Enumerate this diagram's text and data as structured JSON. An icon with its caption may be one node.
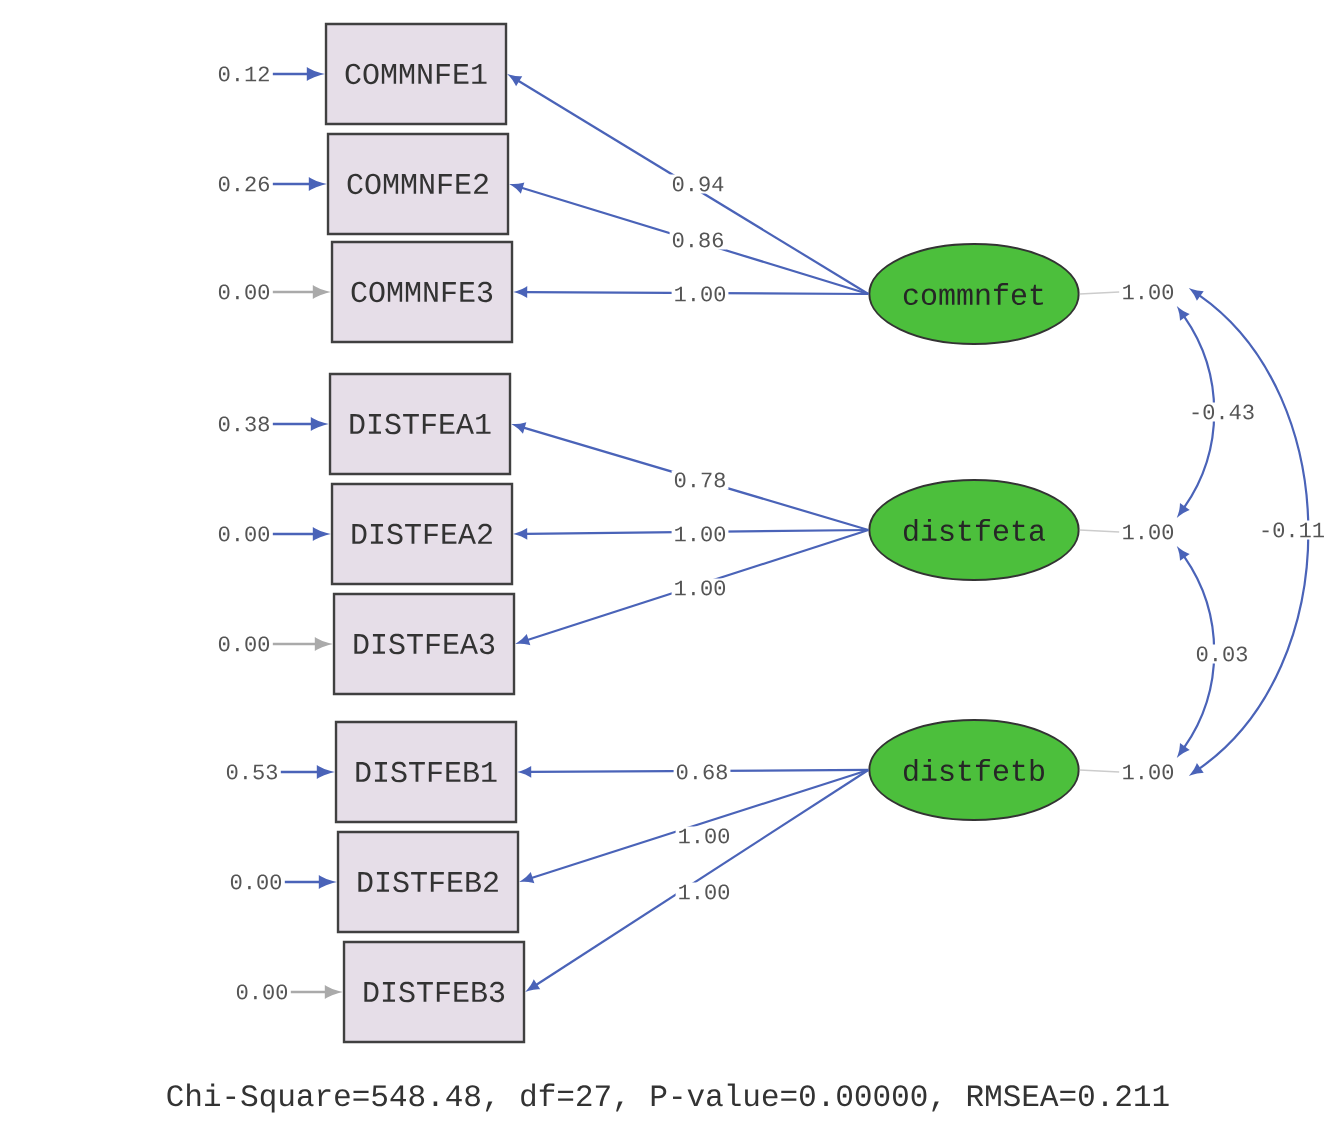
{
  "diagram": {
    "caption": "Chi-Square=548.48, df=27, P-value=0.00000, RMSEA=0.211",
    "nodes": [
      {
        "text": [
          "COMMNFE1"
        ]
      },
      {
        "text": [
          "COMMNFE2"
        ]
      },
      {
        "text": [
          "COMMNFE3"
        ]
      },
      {
        "text": [
          "DISTFEA1"
        ]
      },
      {
        "text": [
          "DISTFEA2"
        ]
      },
      {
        "text": [
          "DISTFEA3"
        ]
      },
      {
        "text": [
          "DISTFEB1"
        ]
      },
      {
        "text": [
          "DISTFEB2"
        ]
      },
      {
        "text": [
          "DISTFEB3"
        ]
      },
      {
        "text": [
          "commnfet"
        ]
      },
      {
        "text": [
          "distfeta"
        ]
      },
      {
        "text": [
          "distfetb"
        ]
      },
      {
        "text": [
          "0.12"
        ]
      },
      {
        "text": [
          "0.26"
        ]
      },
      {
        "text": [
          "0.00"
        ]
      },
      {
        "text": [
          "0.38"
        ]
      },
      {
        "text": [
          "0.00"
        ]
      },
      {
        "text": [
          "0.00"
        ]
      },
      {
        "text": [
          "0.53"
        ]
      },
      {
        "text": [
          "0.00"
        ]
      },
      {
        "text": [
          "0.00"
        ]
      },
      {
        "text": [
          "1.00"
        ]
      },
      {
        "text": [
          "1.00"
        ]
      },
      {
        "text": [
          "1.00"
        ]
      }
    ],
    "edges": [
      {
        "from": 12,
        "to": 0,
        "arrow": "to"
      },
      {
        "from": 13,
        "to": 1,
        "arrow": "to"
      },
      {
        "from": 14,
        "to": 2,
        "arrow": "to",
        "color": "#aaaaaa"
      },
      {
        "from": 15,
        "to": 3,
        "arrow": "to"
      },
      {
        "from": 16,
        "to": 4,
        "arrow": "to"
      },
      {
        "from": 17,
        "to": 5,
        "arrow": "to",
        "color": "#aaaaaa"
      },
      {
        "from": 18,
        "to": 6,
        "arrow": "to"
      },
      {
        "from": 19,
        "to": 7,
        "arrow": "to"
      },
      {
        "from": 20,
        "to": 8,
        "arrow": "to",
        "color": "#aaaaaa"
      },
      {
        "from": 9,
        "to": 0,
        "arrow": "to",
        "label": "0.94"
      },
      {
        "from": 9,
        "to": 1,
        "arrow": "to",
        "label": "0.86"
      },
      {
        "from": 9,
        "to": 2,
        "arrow": "to",
        "label": "1.00"
      },
      {
        "from": 10,
        "to": 3,
        "arrow": "to",
        "label": "0.78"
      },
      {
        "from": 10,
        "to": 4,
        "arrow": "to",
        "label": "1.00"
      },
      {
        "from": 10,
        "to": 5,
        "arrow": "to",
        "label": "1.00"
      },
      {
        "from": 11,
        "to": 6,
        "arrow": "to",
        "label": "0.68"
      },
      {
        "from": 11,
        "to": 7,
        "arrow": "to",
        "label": "1.00"
      },
      {
        "from": 11,
        "to": 8,
        "arrow": "to",
        "label": "1.00"
      },
      {
        "from": 9,
        "to": 21,
        "arrow": "none",
        "color": "#cccccc"
      },
      {
        "from": 10,
        "to": 22,
        "arrow": "none",
        "color": "#cccccc"
      },
      {
        "from": 11,
        "to": 23,
        "arrow": "none",
        "color": "#cccccc"
      },
      {
        "from": 21,
        "to": 22,
        "arrow": "both",
        "label": "-0.43"
      },
      {
        "from": 22,
        "to": 23,
        "arrow": "both",
        "label": "0.03"
      },
      {
        "from": 21,
        "to": 23,
        "arrow": "both",
        "label": "-0.11"
      }
    ]
  }
}
